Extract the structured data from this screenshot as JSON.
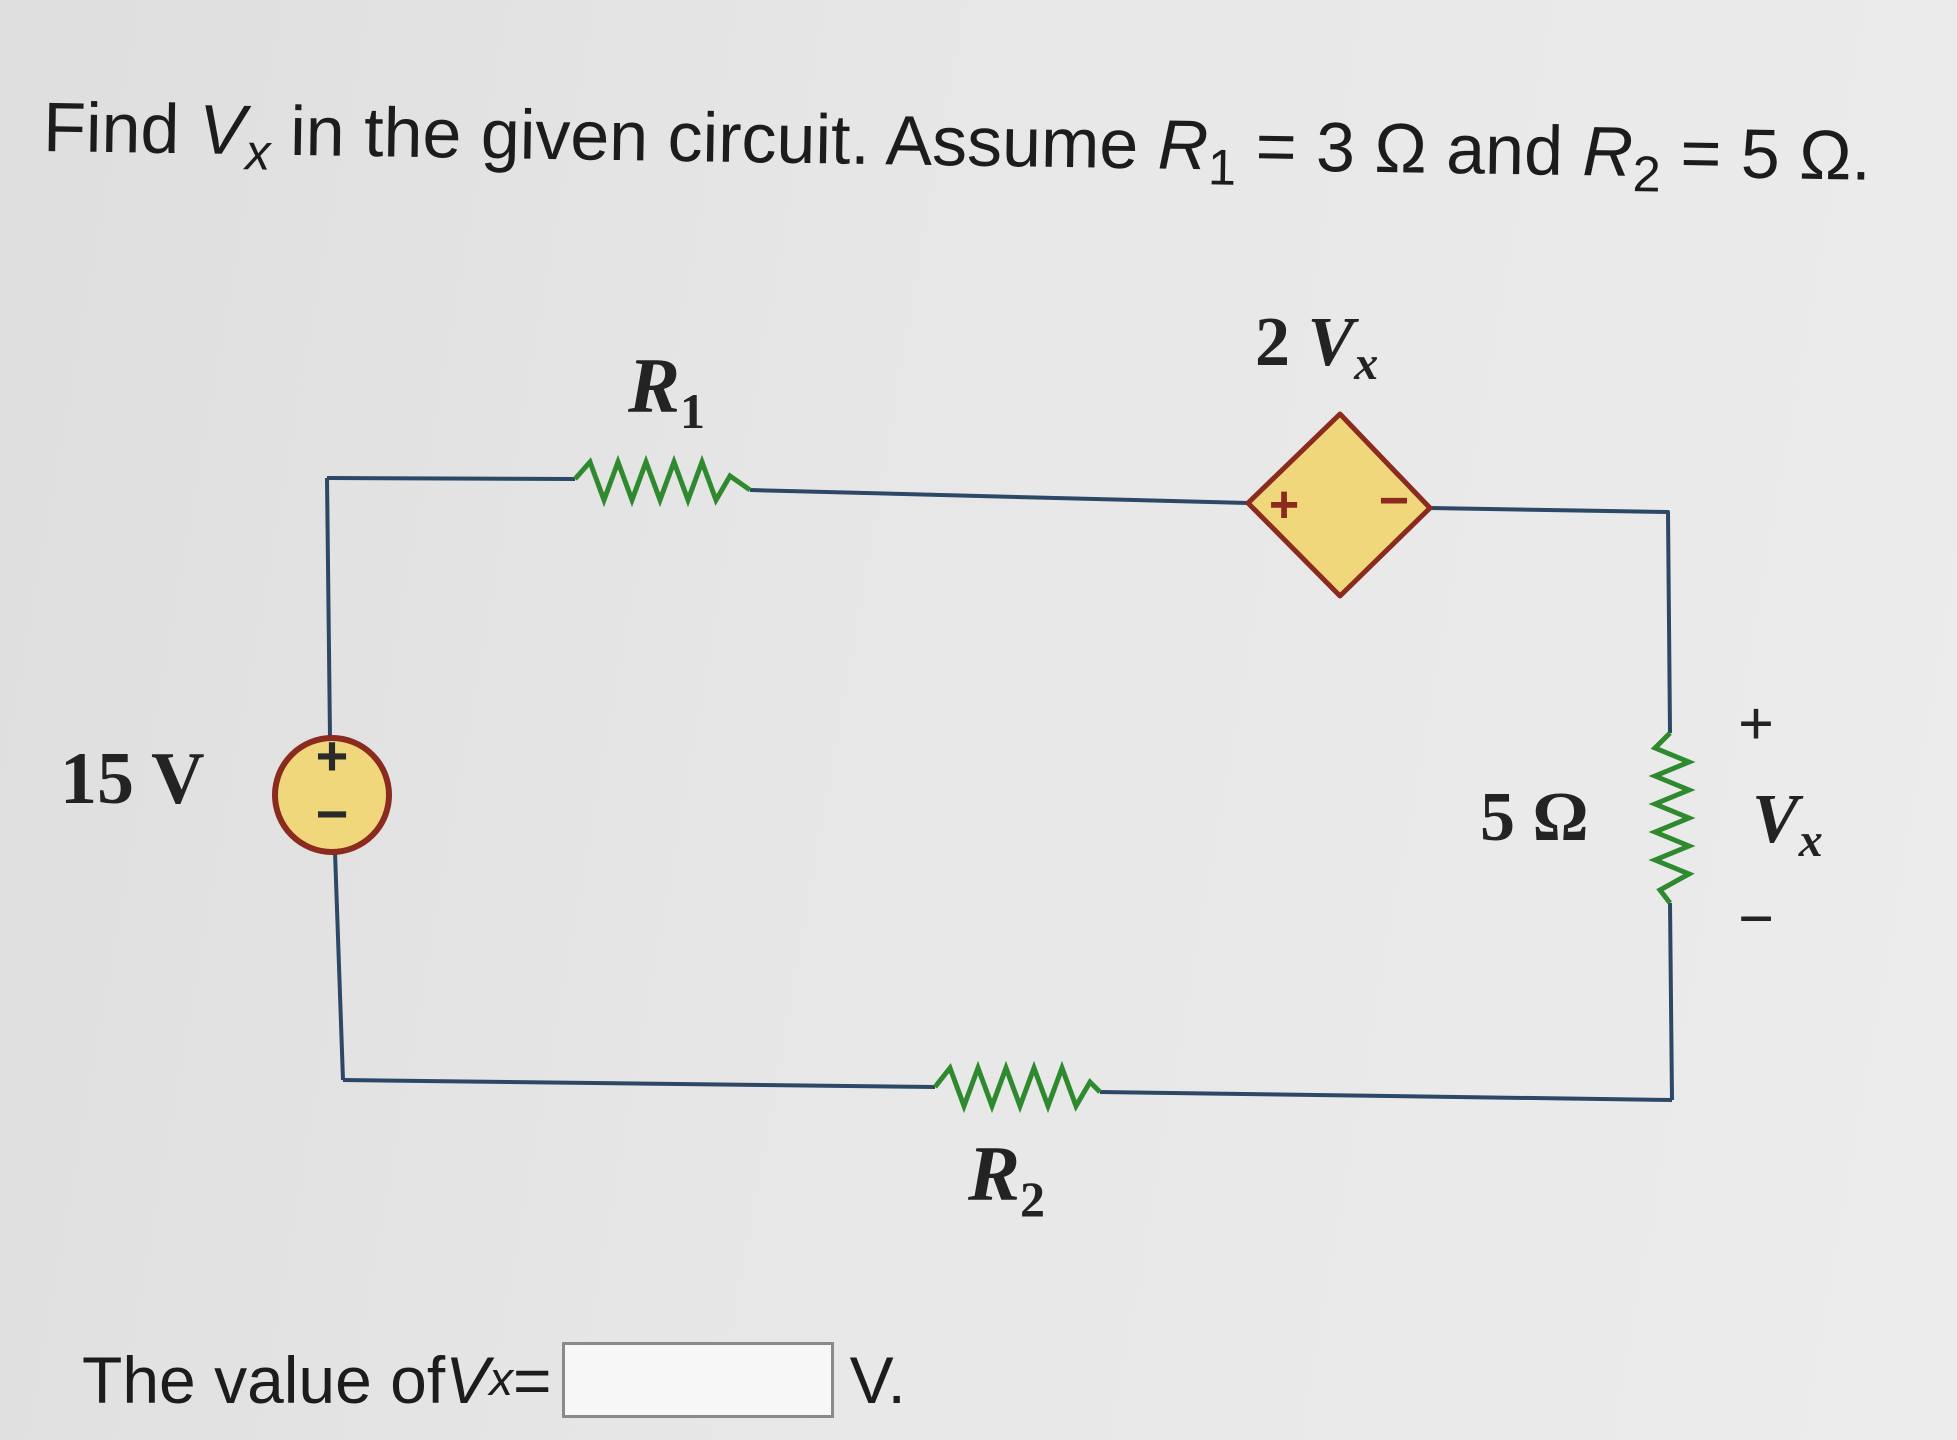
{
  "question": {
    "prefix": "Find ",
    "var": "V",
    "var_sub": "x",
    "mid": " in the given circuit. Assume ",
    "r1": "R",
    "r1_sub": "1",
    "r1_val": " = 3 Ω and ",
    "r2": "R",
    "r2_sub": "2",
    "r2_val": " = 5 Ω."
  },
  "circuit": {
    "r1_label": "R",
    "r1_sub": "1",
    "dep_label": "2 ",
    "dep_var": "V",
    "dep_var_sub": "x",
    "dep_plus": "+",
    "dep_minus": "−",
    "src_label": "15 V",
    "src_plus": "+",
    "src_minus": "−",
    "res_label": "5 Ω",
    "vx_plus": "+",
    "vx_var": "V",
    "vx_sub": "x",
    "vx_minus": "−",
    "r2_label": "R",
    "r2_sub": "2"
  },
  "answer": {
    "prefix": "The value of ",
    "var": "V",
    "var_sub": "x",
    "equals": " =",
    "value": "",
    "unit": "V."
  },
  "colors": {
    "wire": "#2d4766",
    "resistor": "#2f8a2f",
    "source_fill": "#f0d77b",
    "source_stroke": "#8b2a1e"
  }
}
